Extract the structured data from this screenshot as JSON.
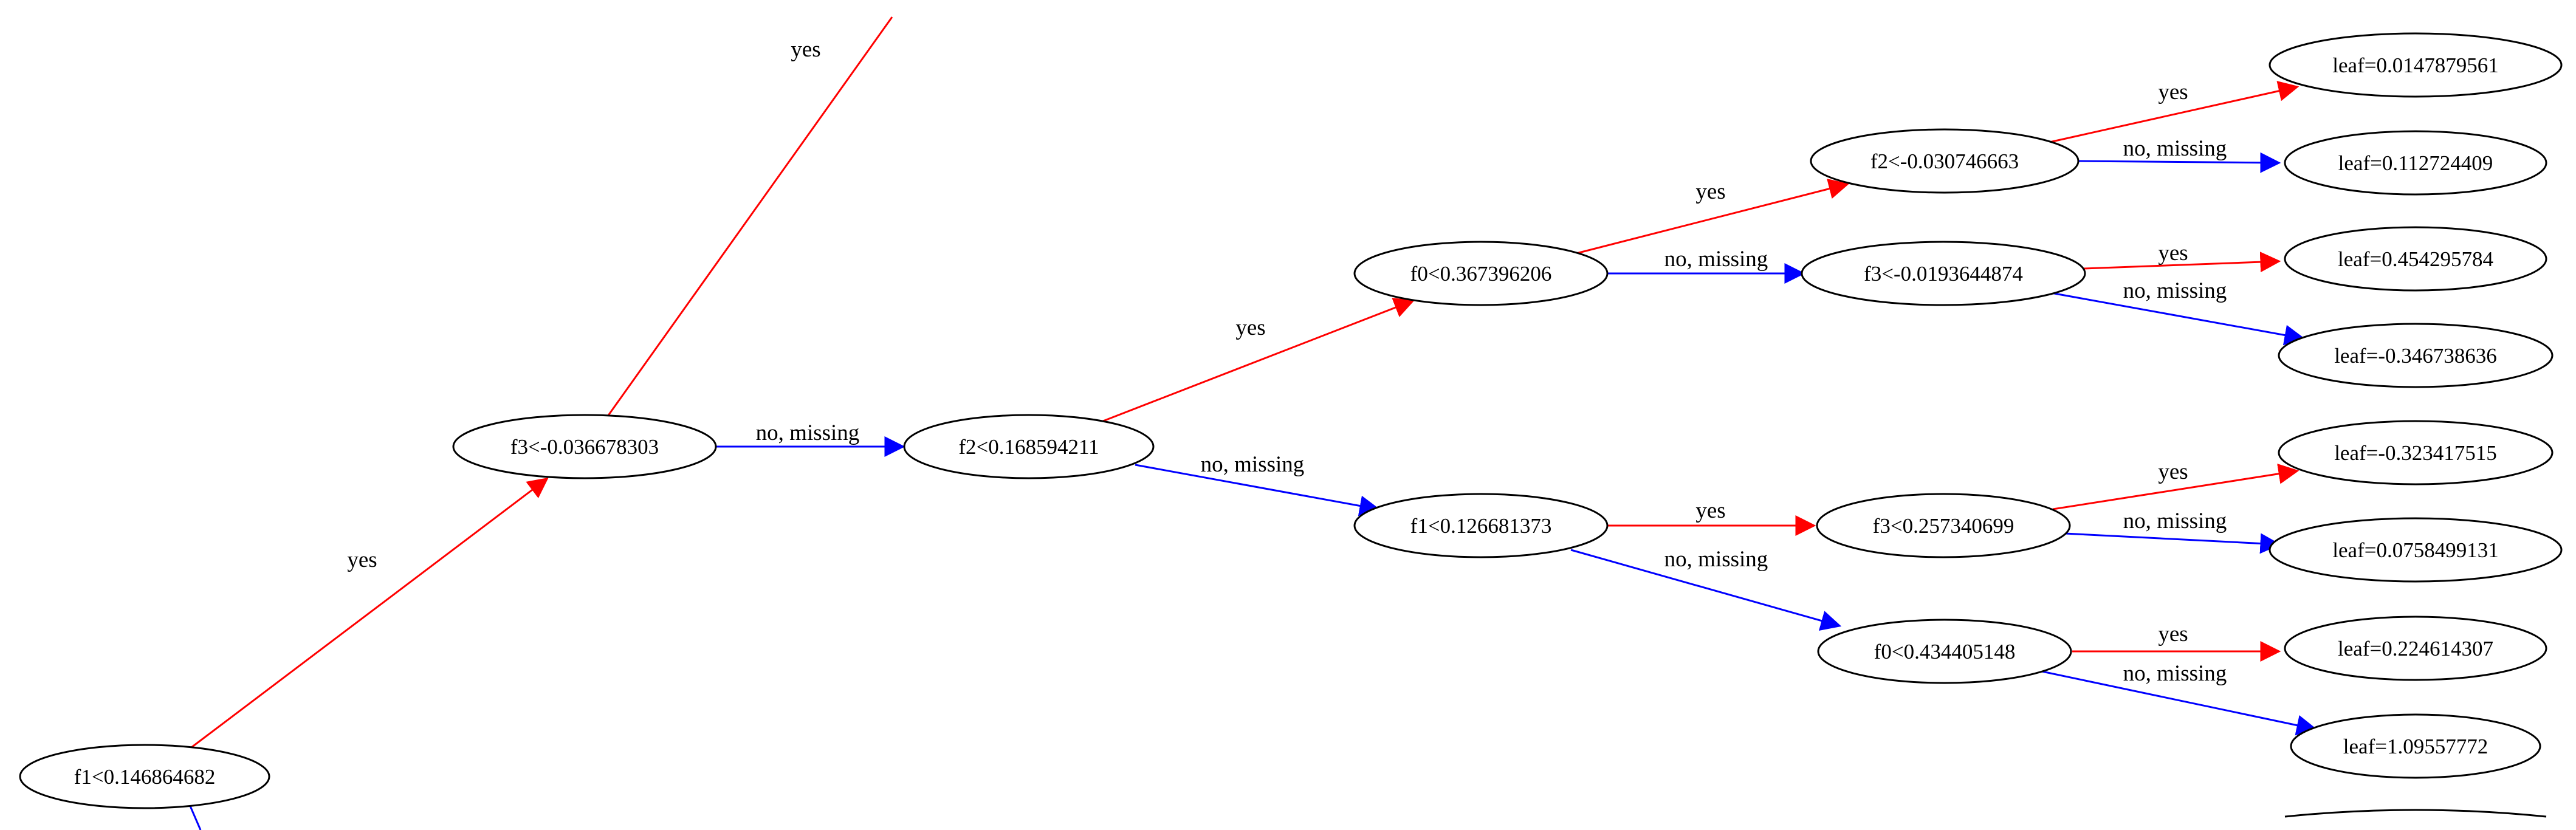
{
  "colors": {
    "yes_edge": "#ff0000",
    "no_edge": "#0000ff",
    "node_border": "#000000",
    "background": "#ffffff"
  },
  "nodes": {
    "root": "f1<0.146864682",
    "n_f3_a": "f3<-0.036678303",
    "n_f2_a": "f2<0.168594211",
    "n_f0_a": "f0<0.367396206",
    "n_f1_b": "f1<0.126681373",
    "n_f2_b": "f2<-0.030746663",
    "n_f3_b": "f3<-0.0193644874",
    "n_f3_c": "f3<0.257340699",
    "n_f0_b": "f0<0.434405148",
    "leaf_1": "leaf=0.0147879561",
    "leaf_2": "leaf=0.112724409",
    "leaf_3": "leaf=0.454295784",
    "leaf_4": "leaf=-0.346738636",
    "leaf_5": "leaf=-0.323417515",
    "leaf_6": "leaf=0.0758499131",
    "leaf_7": "leaf=0.224614307",
    "leaf_8": "leaf=1.09557772"
  },
  "edge_labels": {
    "yes": "yes",
    "no_missing": "no, missing"
  }
}
